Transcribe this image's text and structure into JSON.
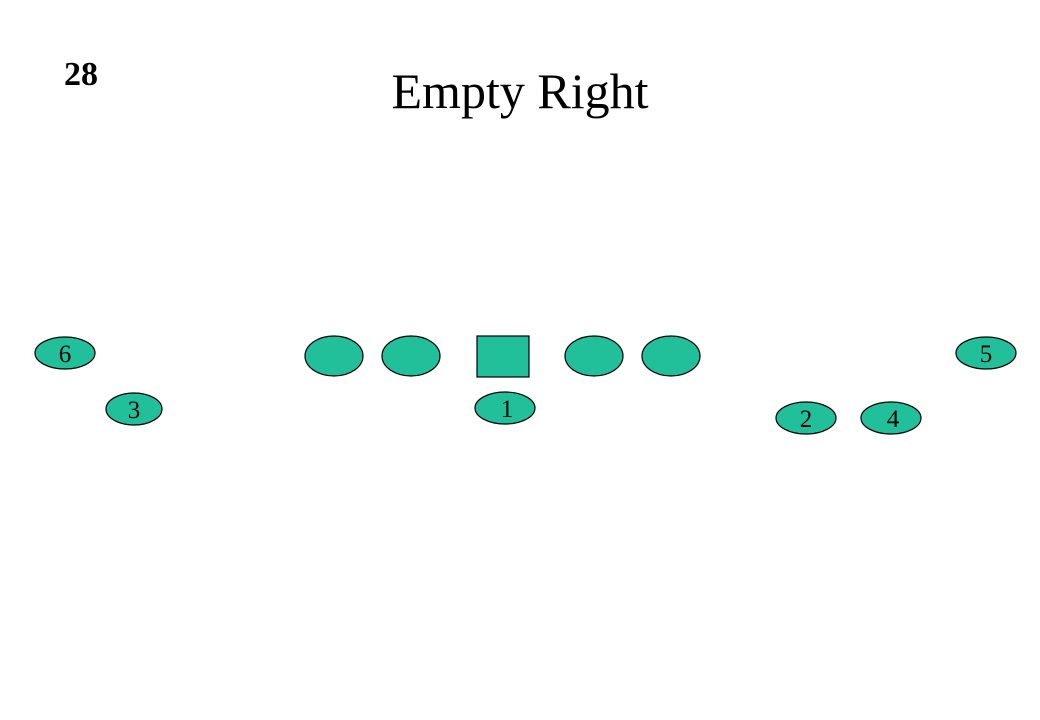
{
  "slide": {
    "play_number": "28",
    "title": "Empty Right"
  },
  "colors": {
    "player_fill": "#21C09A",
    "outline": "#000000",
    "background": "#ffffff"
  },
  "formation": {
    "center": {
      "shape": "square"
    },
    "linemen": [
      {
        "name": "left-tackle",
        "label": ""
      },
      {
        "name": "left-guard",
        "label": ""
      },
      {
        "name": "right-guard",
        "label": ""
      },
      {
        "name": "right-tackle",
        "label": ""
      }
    ],
    "players": [
      {
        "id": "6",
        "label": "6"
      },
      {
        "id": "5",
        "label": "5"
      },
      {
        "id": "3",
        "label": "3"
      },
      {
        "id": "1",
        "label": "1"
      },
      {
        "id": "2",
        "label": "2"
      },
      {
        "id": "4",
        "label": "4"
      }
    ]
  }
}
